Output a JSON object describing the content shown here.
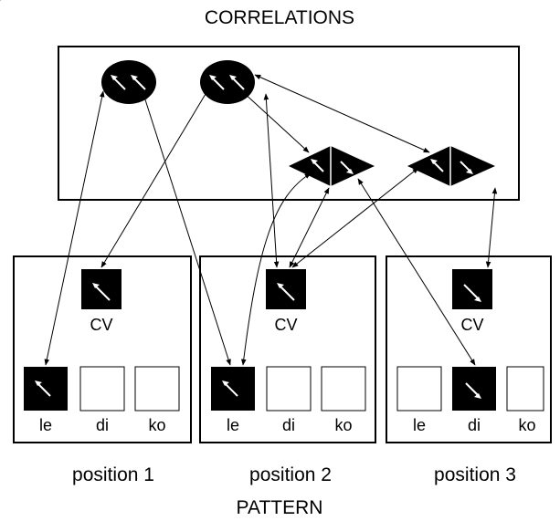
{
  "title": "CORRELATIONS",
  "footer": "PATTERN",
  "positions": [
    {
      "label": "position 1",
      "cv_label": "CV",
      "units": [
        "le",
        "di",
        "ko"
      ],
      "active_unit": 0
    },
    {
      "label": "position 2",
      "cv_label": "CV",
      "units": [
        "le",
        "di",
        "ko"
      ],
      "active_unit": 0
    },
    {
      "label": "position 3",
      "cv_label": "CV",
      "units": [
        "le",
        "di",
        "ko"
      ],
      "active_unit": 1
    }
  ],
  "colors": {
    "ink": "#000000",
    "paper": "#ffffff"
  }
}
